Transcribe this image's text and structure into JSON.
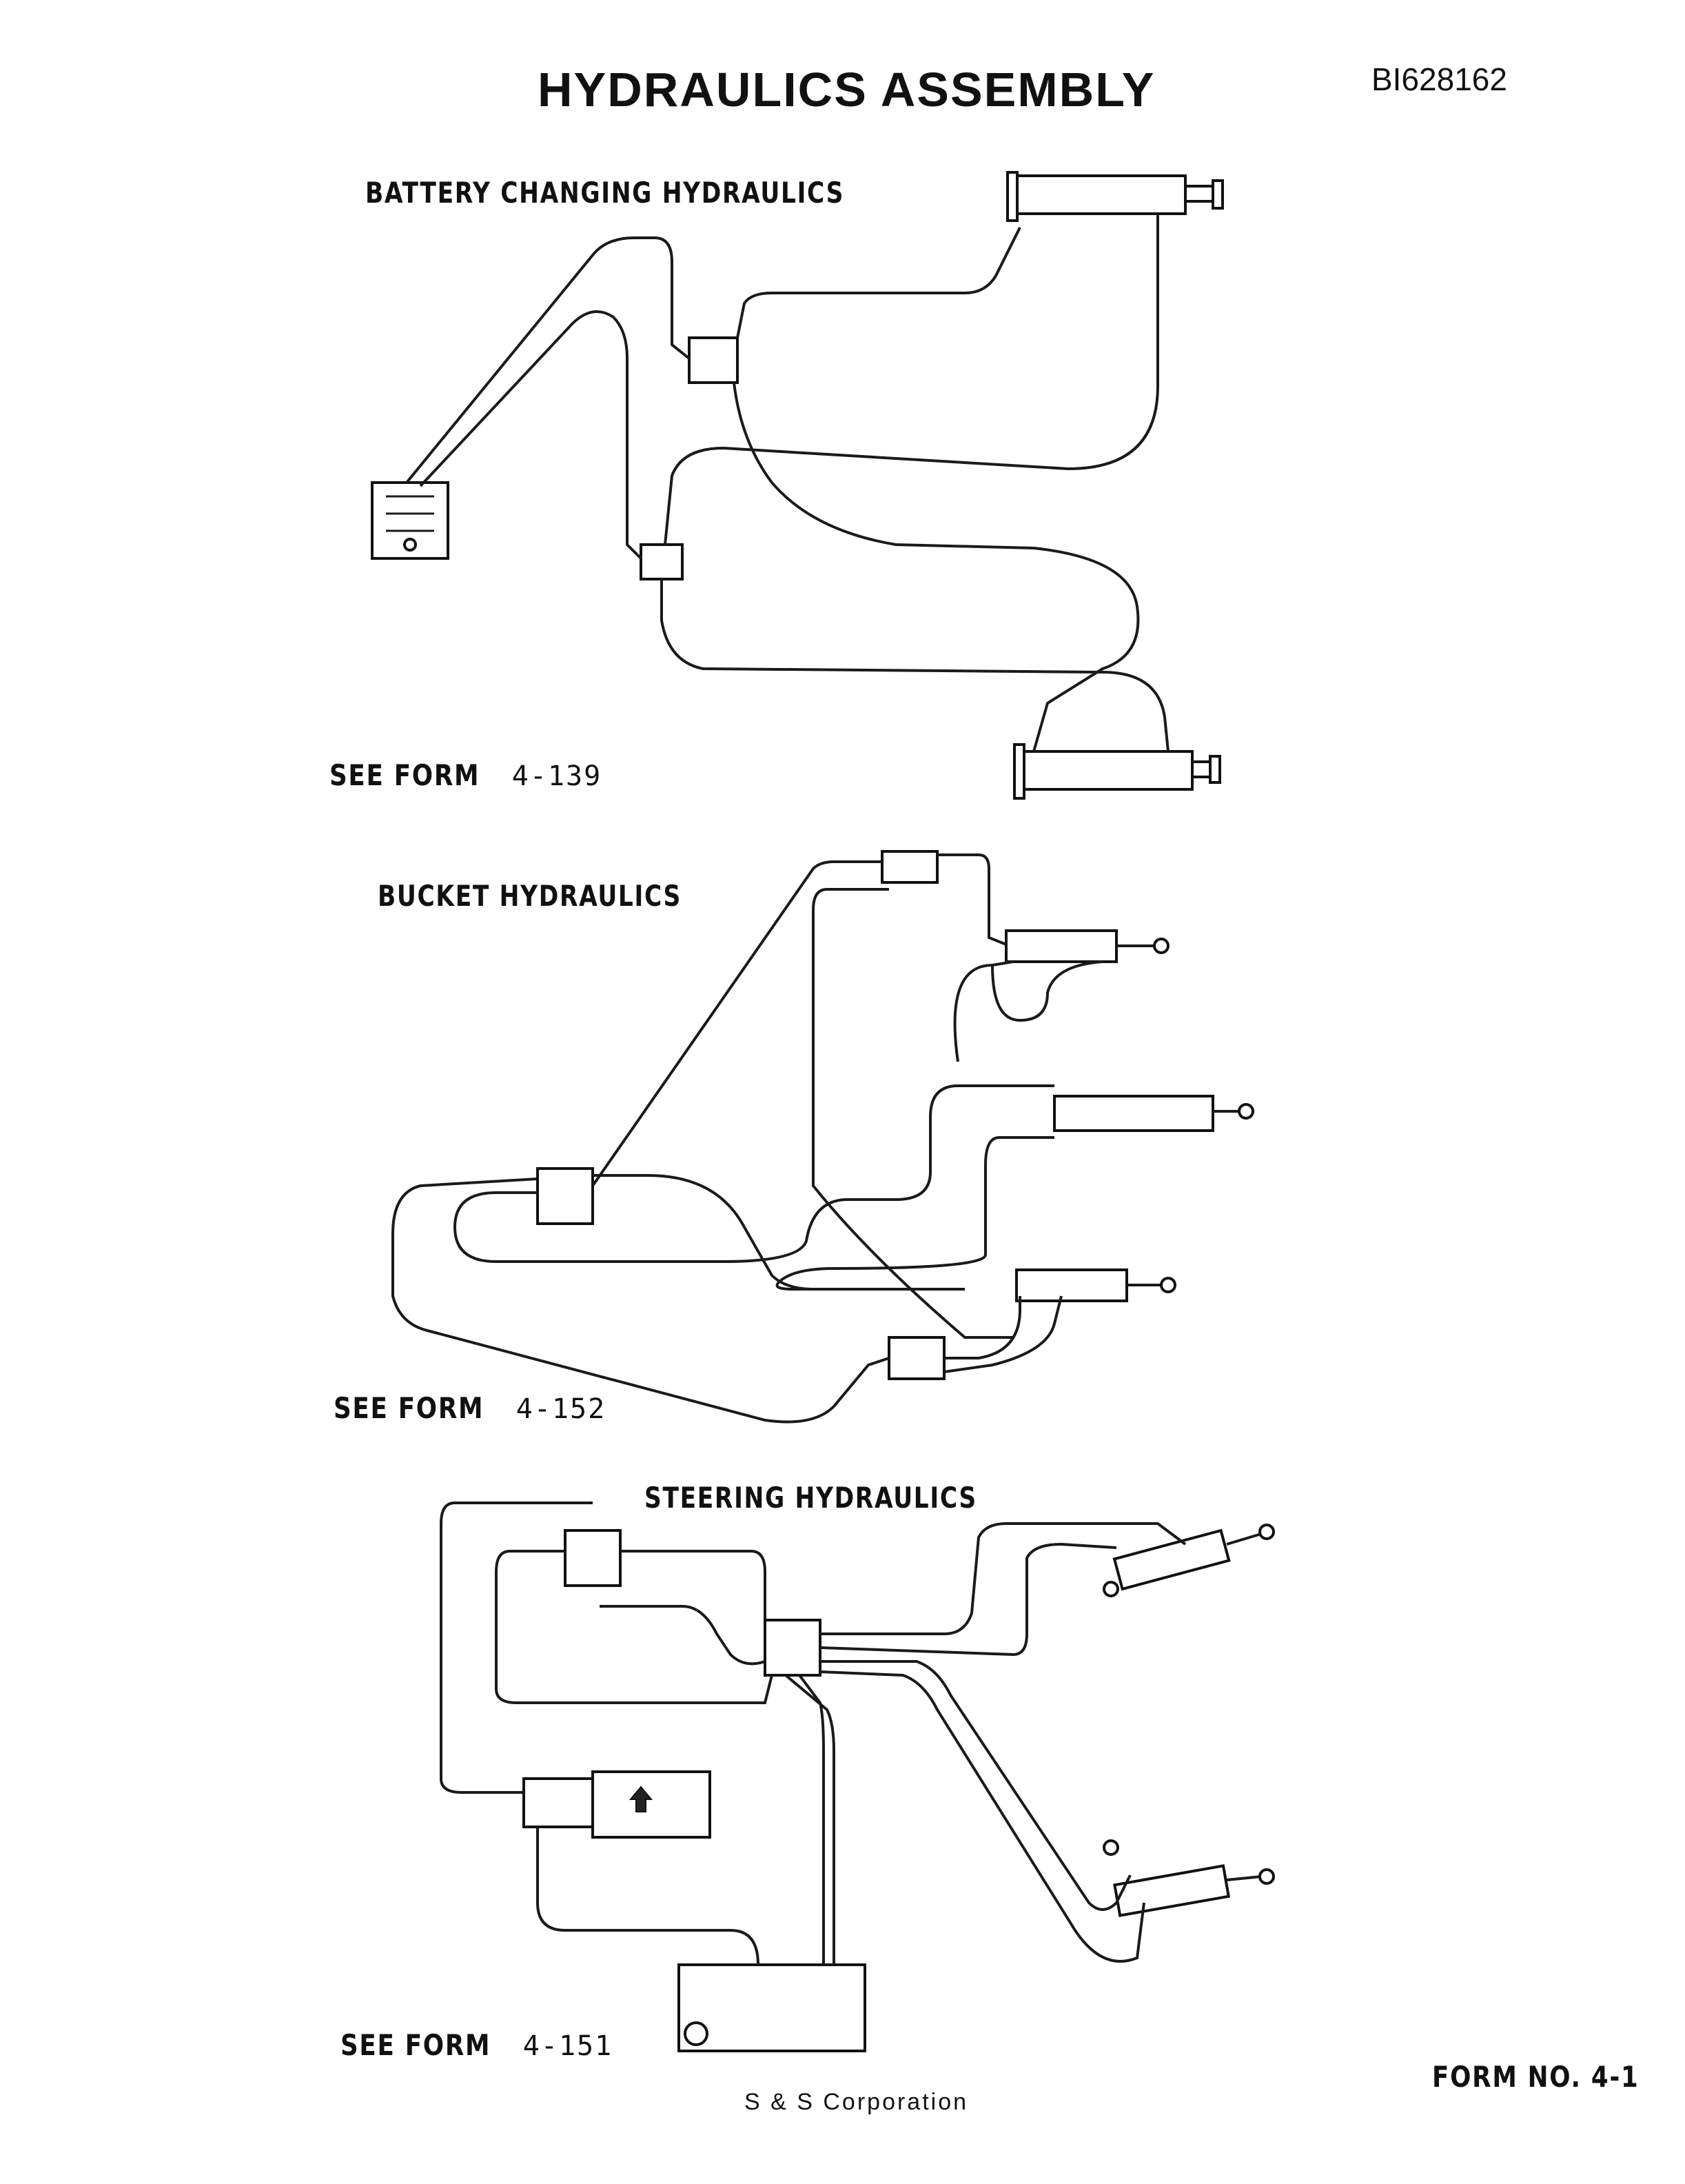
{
  "title": "HYDRAULICS ASSEMBLY",
  "doc_id": "BI628162",
  "sections": [
    {
      "heading": "BATTERY CHANGING HYDRAULICS",
      "see_form_label": "SEE FORM",
      "see_form_number": "4-139"
    },
    {
      "heading": "BUCKET HYDRAULICS",
      "see_form_label": "SEE FORM",
      "see_form_number": "4-152"
    },
    {
      "heading": "STEERING HYDRAULICS",
      "see_form_label": "SEE FORM",
      "see_form_number": "4-151"
    }
  ],
  "form_no": "FORM NO. 4-1",
  "footer": "S & S Corporation"
}
